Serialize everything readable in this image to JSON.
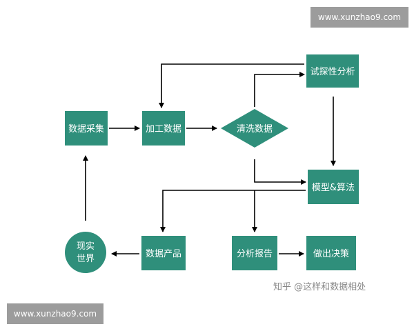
{
  "watermark": {
    "top": "www.xunzhao9.com",
    "bottom": "www.xunzhao9.com"
  },
  "credit": "知乎 @这样和数据相处",
  "colors": {
    "node_fill": "#2f8f7b",
    "arrow": "#000000",
    "watermark_bg": "#9c9c9c"
  },
  "nodes": {
    "collect": "数据采集",
    "process": "加工数据",
    "clean": "清洗数据",
    "explore": "试探性分析",
    "model": "模型&算法",
    "product": "数据产品",
    "report": "分析报告",
    "decision": "做出决策",
    "world_line1": "现实",
    "world_line2": "世界"
  }
}
